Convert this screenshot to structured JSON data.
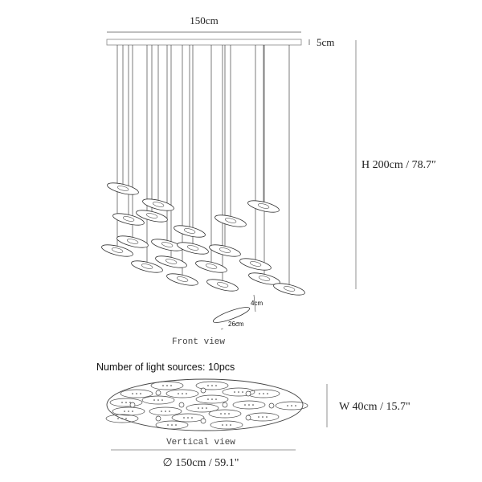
{
  "front_view": {
    "width_label": "150cm",
    "canopy_height_label": "5cm",
    "height_label": "H 200cm / 78.7″",
    "disc_height_label": "4cm",
    "disc_diameter_label": "26cm",
    "caption": "Front view"
  },
  "light_sources": "Number of light sources: 10pcs",
  "vertical_view": {
    "width_label": "W 40cm / 15.7\"",
    "caption": "Vertical view",
    "diameter_label": "∅ 150cm / 59.1\""
  },
  "colors": {
    "line": "#333333",
    "text": "#222222"
  }
}
